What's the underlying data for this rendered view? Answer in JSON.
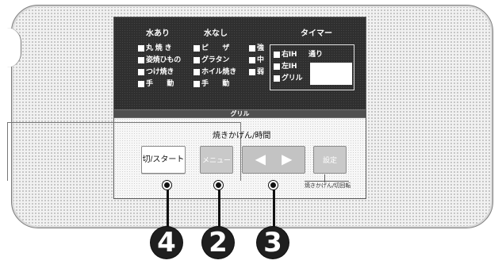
{
  "panel": {
    "headers": {
      "water": "水あり",
      "no_water": "水なし",
      "timer": "タイマー"
    },
    "water_items": [
      "丸 焼 き",
      "姿焼ひもの",
      "つけ焼き",
      "手　　動"
    ],
    "no_water_items": [
      "ピ　　ザ",
      "グラタン",
      "ホイル焼き",
      "手　　動"
    ],
    "heat_items": [
      "強",
      "中",
      "弱"
    ],
    "timer_items": [
      "右IH",
      "左IH",
      "グリル"
    ],
    "timer_extra": "通り",
    "section_label": "グリル",
    "controls": {
      "start_label": "切/スタート",
      "mode_label": "メニュー",
      "time_label": "焼きかげん/時間",
      "left_arrow": "◀",
      "right_arrow": "▶",
      "set_label": "設定",
      "sub_label": "焼きかげん/切回転"
    }
  },
  "callouts": [
    "4",
    "2",
    "3"
  ],
  "colors": {
    "panel_dark": "#2f2f2f",
    "panel_light": "#f7f7f7",
    "callout_fill": "#1f1f1f",
    "frame_border": "#7a7a7a"
  }
}
